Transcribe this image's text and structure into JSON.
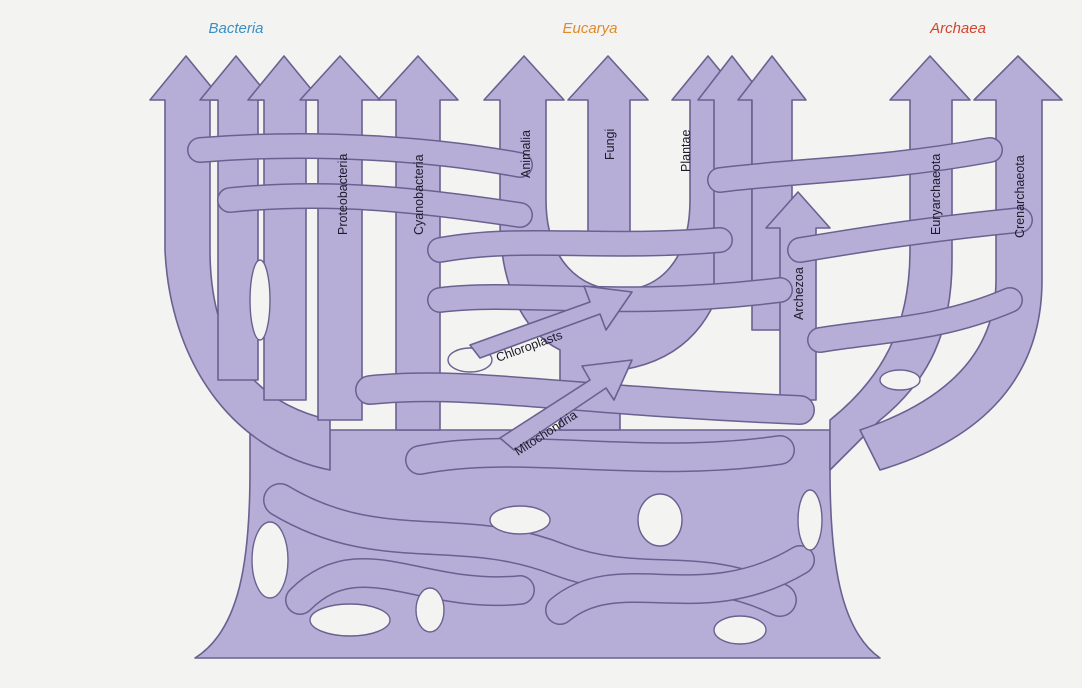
{
  "domains": {
    "bacteria": "Bacteria",
    "eucarya": "Eucarya",
    "archaea": "Archaea"
  },
  "groups": {
    "proteobacteria": "Proteobacteria",
    "cyanobacteria": "Cyanobacteria",
    "animalia": "Animalia",
    "fungi": "Fungi",
    "plantae": "Plantae",
    "archezoa": "Archezoa",
    "euryarchaeota": "Euryarchaeota",
    "crenarchaeota": "Crenarchaeota"
  },
  "transfers": {
    "chloroplasts": "Chloroplasts",
    "mitochondria": "Mitochondria"
  },
  "colors": {
    "branch_fill": "#b7aed8",
    "branch_outline": "#6a6190",
    "bacteria": "#3a8fc2",
    "eucarya": "#e08a2a",
    "archaea": "#d2452f",
    "background": "#f3f3f1"
  }
}
